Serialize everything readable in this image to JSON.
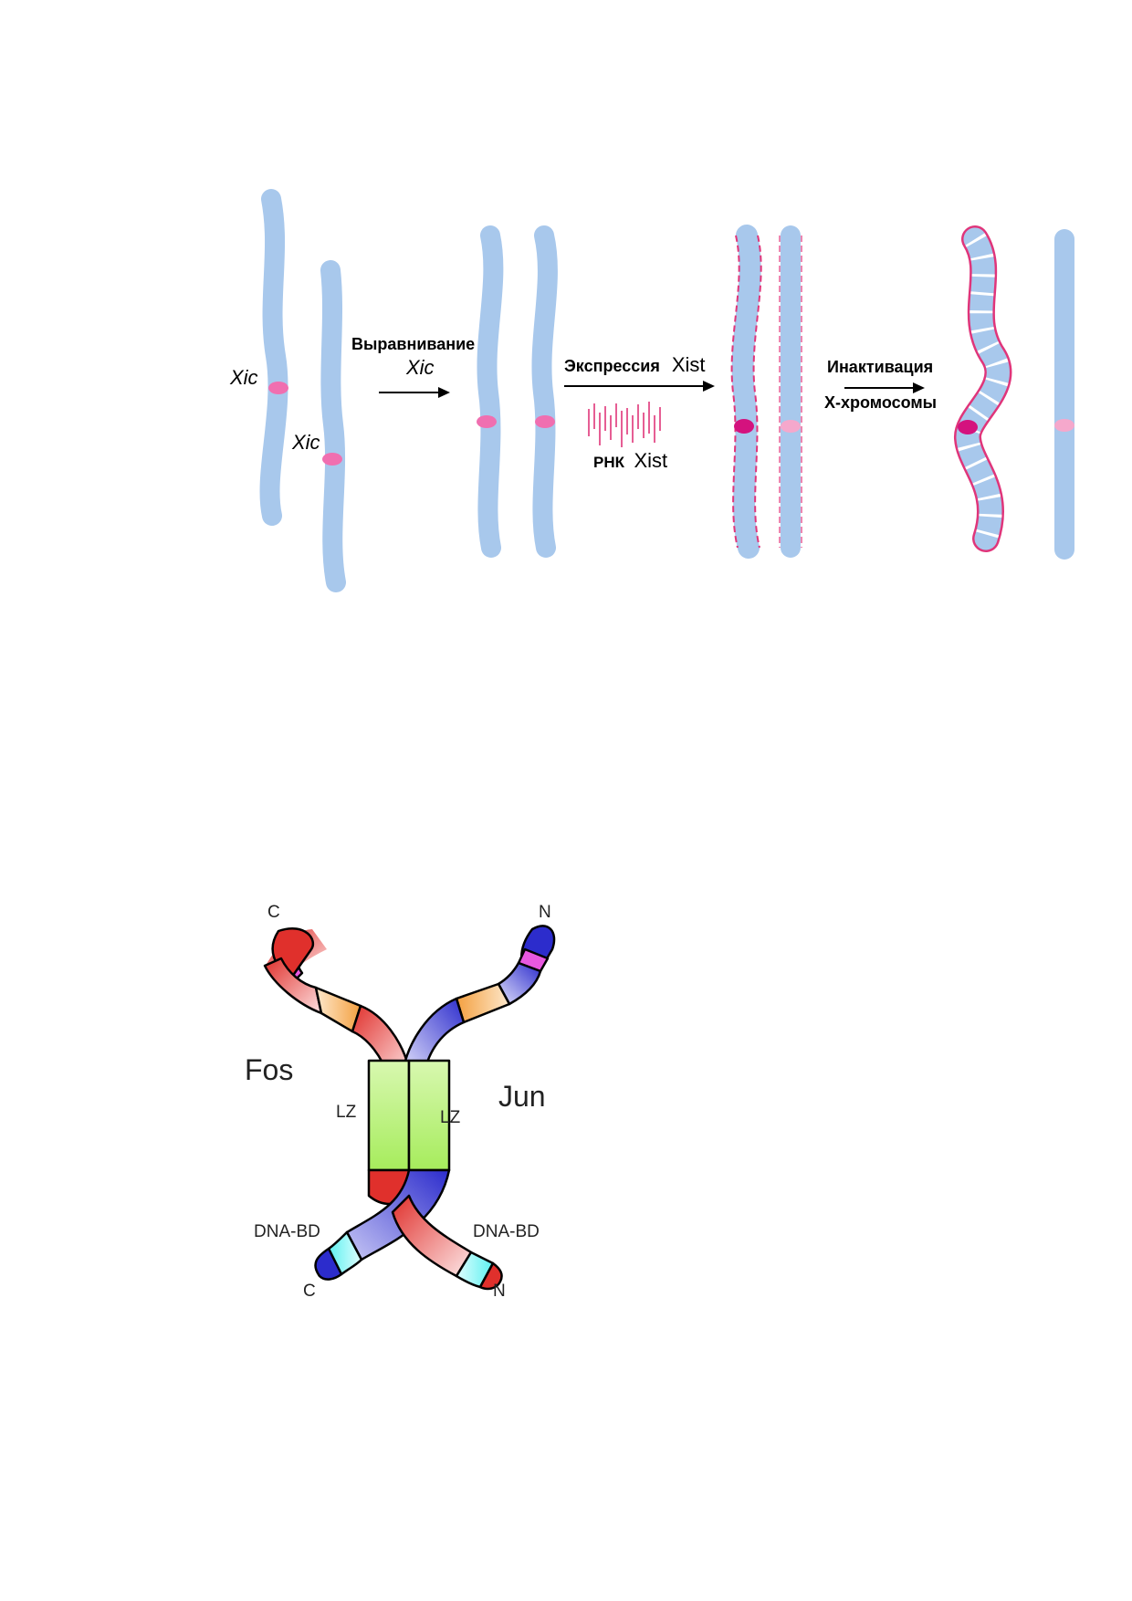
{
  "figure_xinactivation": {
    "labels": {
      "xic_top": "Xic",
      "xic_bottom": "Xic",
      "step1_title": "Выравнивание",
      "step1_sub": "Xic",
      "step2_title": "Экспрессия",
      "step2_sub": "Xist",
      "rna_prefix": "РНК",
      "rna_name": "Xist",
      "step3_line1": "Инактивация",
      "step3_line2": "Х-хромосомы"
    },
    "colors": {
      "chromosome": "#a8c8ec",
      "xic_locus": "#f06fb0",
      "xic_active": "#d4127e",
      "xic_faded": "#f5a8cc",
      "rna_coat": "#e0357a"
    }
  },
  "figure_fos_jun": {
    "labels": {
      "fos": "Fos",
      "jun": "Jun",
      "lz_left": "LZ",
      "lz_right": "LZ",
      "dnabd_left": "DNA-BD",
      "dnabd_right": "DNA-BD",
      "top_left_terminus": "C",
      "top_right_terminus": "N",
      "bottom_left_terminus": "C",
      "bottom_right_terminus": "N"
    },
    "colors": {
      "fos": "#e0302c",
      "jun": "#2c2ccc",
      "leucine_zipper": "#b8f07a",
      "orange_domain": "#f4a040",
      "magenta_domain": "#e858e0",
      "cyan_domain": "#5cf0f0"
    }
  }
}
